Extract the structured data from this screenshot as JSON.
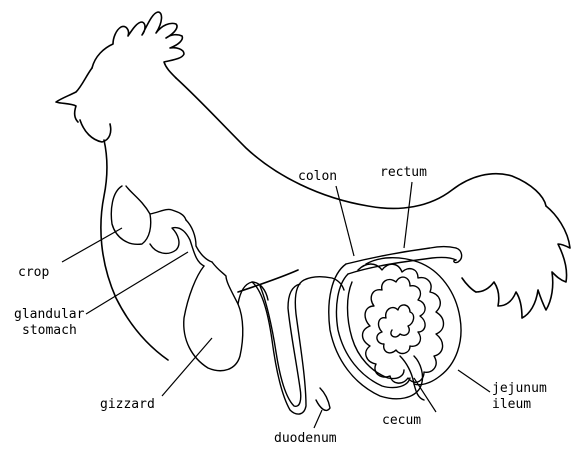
{
  "labels": {
    "colon": "colon",
    "rectum": "rectum",
    "crop": "crop",
    "glandular_stomach_line1": "glandular",
    "glandular_stomach_line2": "stomach",
    "gizzard": "gizzard",
    "duodenum": "duodenum",
    "cecum": "cecum",
    "jejunum": "jejunum",
    "ileum": "ileum"
  }
}
